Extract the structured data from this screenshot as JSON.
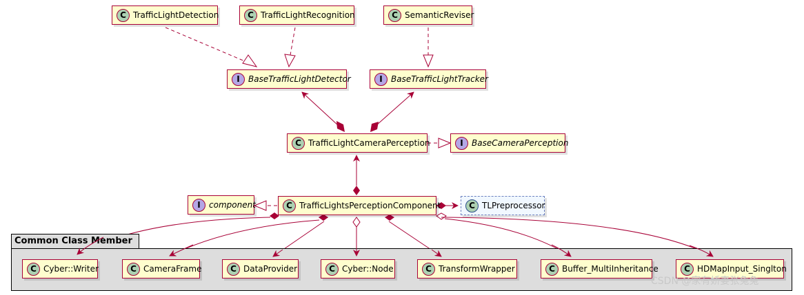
{
  "package": {
    "title": "Common Class Member"
  },
  "classes": {
    "detection": {
      "stereotype": "C",
      "name": "TrafficLightDetection"
    },
    "recognition": {
      "stereotype": "C",
      "name": "TrafficLightRecognition"
    },
    "reviser": {
      "stereotype": "C",
      "name": "SemanticReviser"
    },
    "base_detector": {
      "stereotype": "I",
      "name": "BaseTrafficLightDetector"
    },
    "base_tracker": {
      "stereotype": "I",
      "name": "BaseTrafficLightTracker"
    },
    "camera_perception": {
      "stereotype": "C",
      "name": "TrafficLightCameraPerception"
    },
    "base_camera_perception": {
      "stereotype": "I",
      "name": "BaseCameraPerception"
    },
    "component_iface": {
      "stereotype": "I",
      "name": "component"
    },
    "perception_component": {
      "stereotype": "C",
      "name": "TrafficLightsPerceptionComponent"
    },
    "preprocessor": {
      "stereotype": "C",
      "name": "TLPreprocessor"
    },
    "writer": {
      "stereotype": "C",
      "name": "Cyber::Writer"
    },
    "camera_frame": {
      "stereotype": "C",
      "name": "CameraFrame"
    },
    "data_provider": {
      "stereotype": "C",
      "name": "DataProvider"
    },
    "node": {
      "stereotype": "C",
      "name": "Cyber::Node"
    },
    "transform": {
      "stereotype": "C",
      "name": "TransformWrapper"
    },
    "buffer": {
      "stereotype": "C",
      "name": "Buffer_MultiInheritance"
    },
    "hdmap": {
      "stereotype": "C",
      "name": "HDMapInput_Singlton"
    }
  },
  "watermark": "CSDN @家有娇妻张兔兔",
  "colors": {
    "border": "#a80036",
    "fill": "#fefece",
    "edge": "#a80036",
    "package_fill": "#dddddd"
  }
}
